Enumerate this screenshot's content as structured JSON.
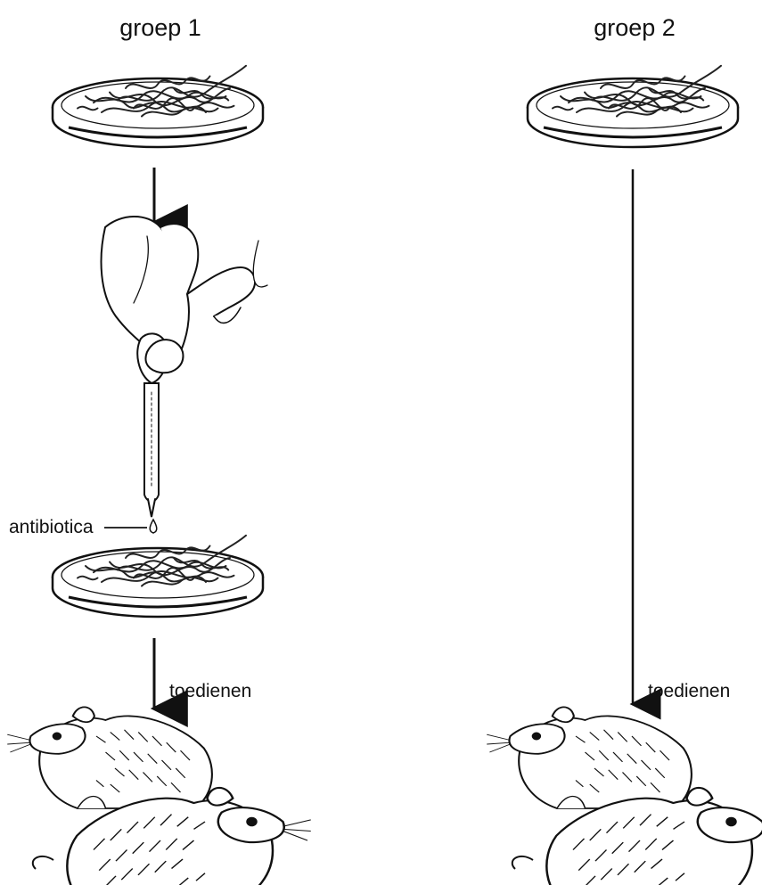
{
  "groups": [
    {
      "title": "groep 1",
      "action": "toedienen"
    },
    {
      "title": "groep 2",
      "action": "toedienen"
    }
  ],
  "labels": {
    "antibiotic": "antibiotica"
  },
  "colors": {
    "ink": "#111111",
    "dish_fill": "#ffffff",
    "worm": "#222222"
  },
  "icons": [
    "petri-dish-with-worms",
    "hand-with-dropper",
    "drop",
    "mouse",
    "arrow-down"
  ]
}
